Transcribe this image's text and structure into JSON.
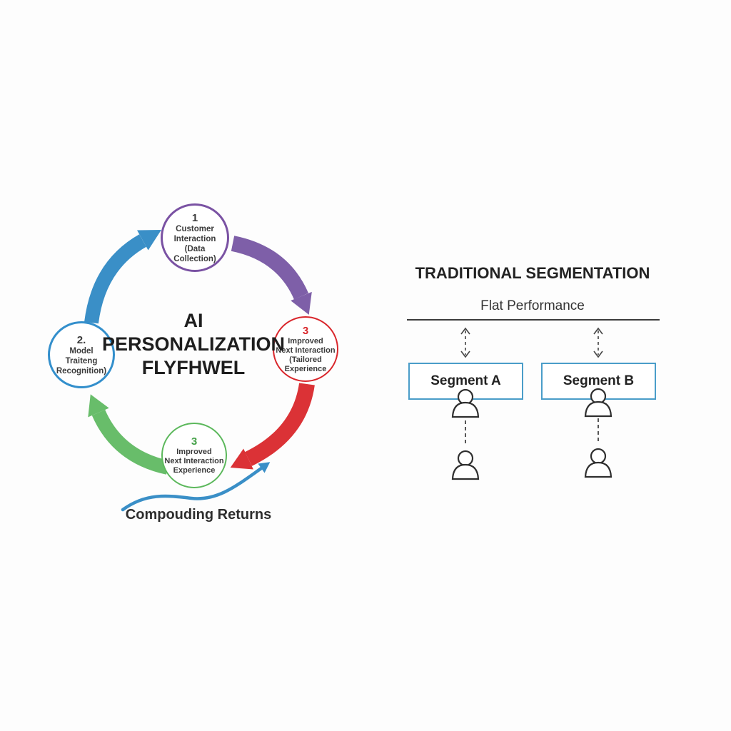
{
  "flywheel": {
    "title_lines": [
      "AI",
      "PERSONALIZATION",
      "FLYFHWEL"
    ],
    "caption": "Compouding Returns",
    "nodes": [
      {
        "id": "customer-interaction",
        "number": "1",
        "lines": [
          "Customer",
          "Interaction",
          "(Data Collection)"
        ],
        "color": "#7a52a3",
        "number_color": "#3a3a3a"
      },
      {
        "id": "model-training",
        "number": "2.",
        "lines": [
          "Model",
          "Traiteng",
          "Recognition)"
        ],
        "color": "#338fcc",
        "number_color": "#2f2f2f"
      },
      {
        "id": "improved-next-interaction-tailored",
        "number": "3",
        "lines": [
          "Improved",
          "Next Interaction",
          "(Tailored",
          "Experience"
        ],
        "color": "#d9262b",
        "number_color": "#d9262b"
      },
      {
        "id": "improved-next-interaction",
        "number": "3",
        "lines": [
          "Improved",
          "Next Interaction",
          "Experience"
        ],
        "color": "#5cb85c",
        "number_color": "#43a047"
      }
    ],
    "arrow_colors": {
      "blue": "#3a8fc7",
      "purple": "#7e5fa8",
      "red": "#db3236",
      "green": "#68bd6a"
    }
  },
  "segmentation": {
    "title": "TRADITIONAL SEGMENTATION",
    "subtitle": "Flat Performance",
    "box_border_color": "#4a9dc9",
    "segments": [
      {
        "label": "Segment A"
      },
      {
        "label": "Segment B"
      }
    ]
  }
}
